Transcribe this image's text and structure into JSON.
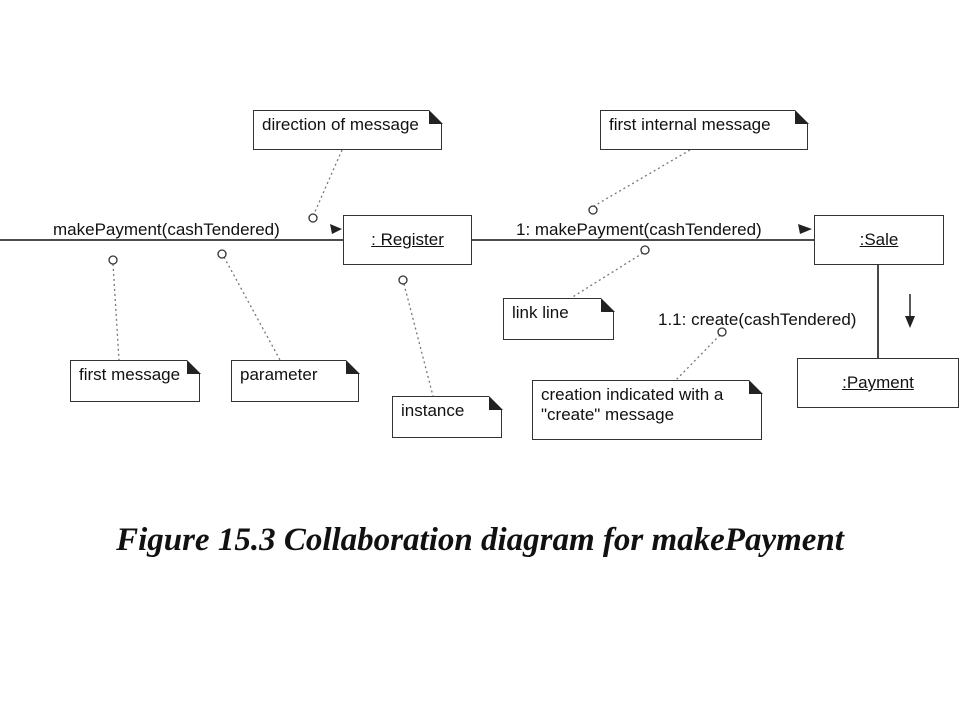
{
  "diagram": {
    "objects": {
      "register": ": Register",
      "sale": ":Sale",
      "payment": ":Payment"
    },
    "messages": {
      "external": "makePayment(cashTendered)",
      "first_internal": "1: makePayment(cashTendered)",
      "create": "1.1: create(cashTendered)"
    },
    "notes": {
      "direction": "direction of message",
      "first_internal": "first internal message",
      "first_message": "first message",
      "parameter": "parameter",
      "instance": "instance",
      "link_line": "link line",
      "creation_line1": "creation indicated with a",
      "creation_line2": "\"create\" message"
    }
  },
  "caption": "Figure 15.3 Collaboration diagram for makePayment"
}
